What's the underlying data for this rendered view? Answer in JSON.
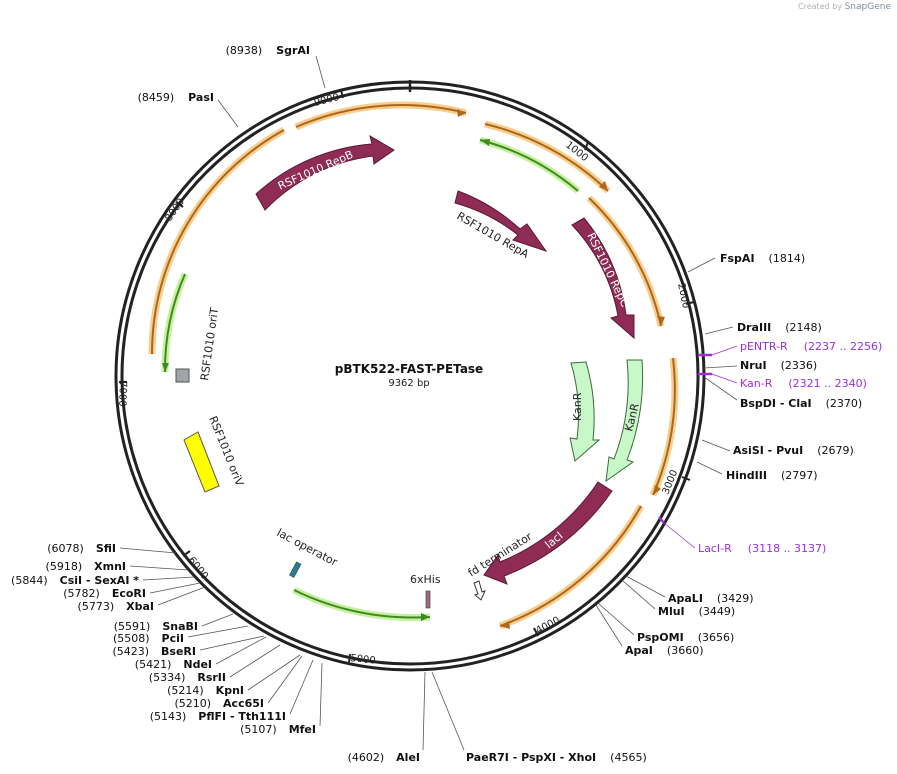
{
  "branding": {
    "created_by": "Created by",
    "app": "SnapGene"
  },
  "plasmid": {
    "name": "pBTK522-FAST-PETase",
    "size_label": "9362 bp",
    "length": 9362
  },
  "ticks": [
    "1000",
    "2000",
    "3000",
    "4000",
    "5000",
    "6000",
    "7000",
    "8000",
    "9000"
  ],
  "features": [
    {
      "id": "repB",
      "label": "RSF1010 RepB",
      "color": "#8e2c55",
      "labelInside": true
    },
    {
      "id": "repA",
      "label": "RSF1010 RepA",
      "color": "#8e2c55",
      "labelInside": false
    },
    {
      "id": "repC",
      "label": "RSF1010 RepC",
      "color": "#8e2c55",
      "labelInside": true
    },
    {
      "id": "kanr1",
      "label": "KanR",
      "color": "#c8f7c8"
    },
    {
      "id": "kanr2",
      "label": "KanR",
      "color": "#c8f7c8"
    },
    {
      "id": "laci",
      "label": "lacI",
      "color": "#8e2c55",
      "labelInside": true
    },
    {
      "id": "fdterm",
      "label": "fd terminator",
      "color": "#ffffff"
    },
    {
      "id": "his",
      "label": "6xHis",
      "color": "#a26b79"
    },
    {
      "id": "lacop",
      "label": "lac operator",
      "color": "#2a7c8c"
    },
    {
      "id": "oriv",
      "label": "RSF1010 oriV",
      "color": "#ffff00"
    },
    {
      "id": "orit",
      "label": "RSF1010 oriT",
      "color": "#a0a4ab"
    }
  ],
  "sites_right": [
    {
      "name": "FspAI",
      "pos": "(1814)"
    },
    {
      "name": "DraIII",
      "pos": "(2148)"
    },
    {
      "name": "pENTR-R",
      "pos": "(2237 .. 2256)",
      "primer": true
    },
    {
      "name": "NruI",
      "pos": "(2336)"
    },
    {
      "name": "Kan-R",
      "pos": "(2321 .. 2340)",
      "primer": true
    },
    {
      "name": "BspDI - ClaI",
      "pos": "(2370)"
    },
    {
      "name": "AsiSI - PvuI",
      "pos": "(2679)"
    },
    {
      "name": "HindIII",
      "pos": "(2797)"
    },
    {
      "name": "LacI-R",
      "pos": "(3118 .. 3137)",
      "primer": true
    },
    {
      "name": "ApaLI",
      "pos": "(3429)"
    },
    {
      "name": "MluI",
      "pos": "(3449)"
    },
    {
      "name": "PspOMI",
      "pos": "(3656)"
    },
    {
      "name": "ApaI",
      "pos": "(3660)"
    },
    {
      "name": "PaeR7I - PspXI - XhoI",
      "pos": "(4565)"
    }
  ],
  "sites_left": [
    {
      "name": "SgrAI",
      "pos": "(8938)"
    },
    {
      "name": "PasI",
      "pos": "(8459)"
    },
    {
      "name": "SfiI",
      "pos": "(6078)"
    },
    {
      "name": "XmnI",
      "pos": "(5918)"
    },
    {
      "name": "CsiI - SexAI *",
      "pos": "(5844)"
    },
    {
      "name": "EcoRI",
      "pos": "(5782)"
    },
    {
      "name": "XbaI",
      "pos": "(5773)"
    },
    {
      "name": "SnaBI",
      "pos": "(5591)"
    },
    {
      "name": "PciI",
      "pos": "(5508)"
    },
    {
      "name": "BseRI",
      "pos": "(5423)"
    },
    {
      "name": "NdeI",
      "pos": "(5421)"
    },
    {
      "name": "RsrII",
      "pos": "(5334)"
    },
    {
      "name": "KpnI",
      "pos": "(5214)"
    },
    {
      "name": "Acc65I",
      "pos": "(5210)"
    },
    {
      "name": "PflFI - Tth111I",
      "pos": "(5143)"
    },
    {
      "name": "MfeI",
      "pos": "(5107)"
    },
    {
      "name": "AleI",
      "pos": "(4602)"
    }
  ]
}
